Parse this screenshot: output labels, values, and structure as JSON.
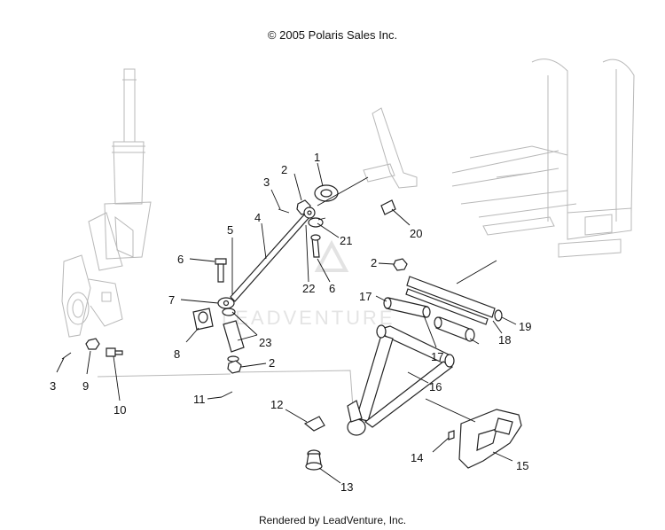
{
  "copyright": "© 2005 Polaris Sales Inc.",
  "footer": "Rendered by LeadVenture, Inc.",
  "watermark": "LEADVENTURE",
  "callouts": [
    "1",
    "2",
    "2",
    "2",
    "3",
    "3",
    "4",
    "5",
    "6",
    "6",
    "7",
    "8",
    "9",
    "10",
    "11",
    "12",
    "13",
    "14",
    "15",
    "16",
    "17",
    "17",
    "18",
    "19",
    "20",
    "21",
    "22",
    "23"
  ]
}
